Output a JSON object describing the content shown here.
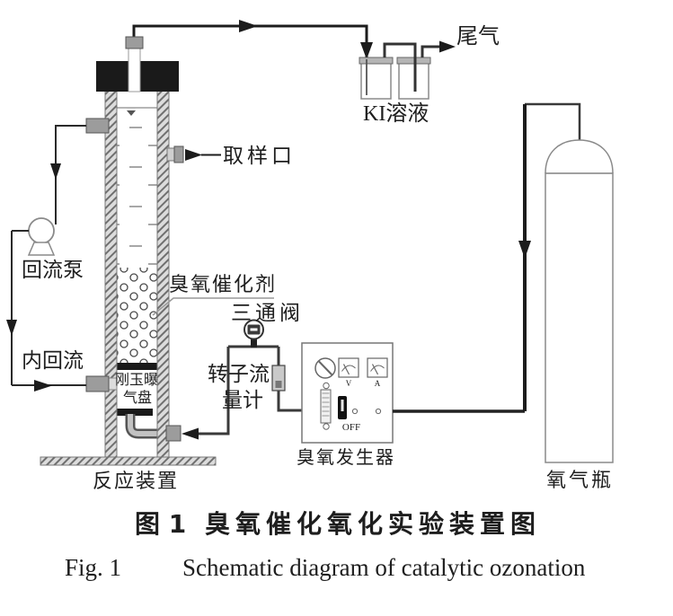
{
  "diagram": {
    "labels": {
      "tail_gas": "尾气",
      "ki_solution": "KI溶液",
      "sampling_port": "取样口",
      "reflux_pump": "回流泵",
      "ozone_catalyst": "臭氧催化剂",
      "three_way_valve": "三通阀",
      "internal_reflux": "内回流",
      "aeration_disc_line1": "刚玉曝",
      "aeration_disc_line2": "气盘",
      "rotameter_line1": "转子流",
      "rotameter_line2": "量计",
      "reactor": "反应装置",
      "ozone_generator": "臭氧发生器",
      "oxygen_cylinder": "氧气瓶"
    },
    "generator_panel": {
      "switch_label": "OFF",
      "voltmeter_label": "V",
      "ammeter_label": "A"
    },
    "caption": {
      "zh_prefix": "图 1",
      "zh_title": "臭氧催化氧化实验装置图",
      "en_prefix": "Fig. 1",
      "en_title": "Schematic diagram of catalytic ozonation"
    },
    "colors": {
      "line": "#1c1c1c",
      "pipe_gray": "#3a3a3a",
      "wall_hatch_stripe": "#6f6f6f",
      "fitting": "#9c9c9c",
      "background": "#ffffff"
    }
  }
}
